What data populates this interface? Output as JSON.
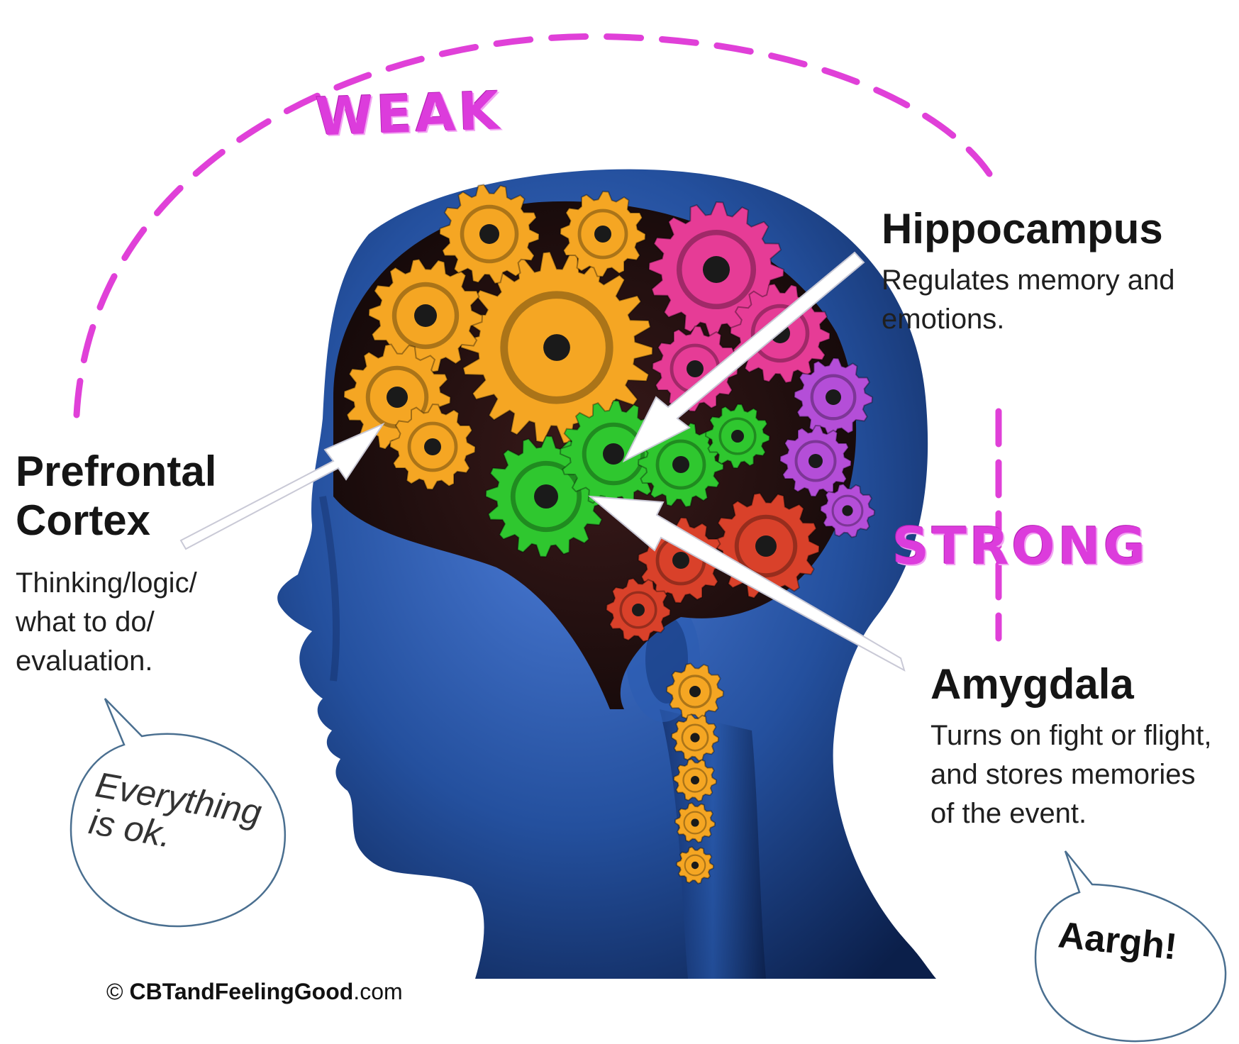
{
  "colors": {
    "accent_pink": "#dc3cdc",
    "head_blue": "#1f4a9c",
    "gear_orange": "#f5a623",
    "gear_green": "#2fc72f",
    "gear_magenta": "#e63c96",
    "gear_purple": "#b44ed8",
    "gear_red": "#d9412a",
    "arrow_fill": "#ffffff"
  },
  "connections": {
    "top_label": "WEAK",
    "side_label": "STRONG"
  },
  "regions": {
    "prefrontal": {
      "title": "Prefrontal Cortex",
      "description": "Thinking/logic/ what to do/ evaluation."
    },
    "hippocampus": {
      "title": "Hippocampus",
      "description": "Regulates memory and emotions."
    },
    "amygdala": {
      "title": "Amygdala",
      "description": "Turns on fight or flight, and stores memories of the event."
    }
  },
  "speech": {
    "calm": "Everything is ok.",
    "alarm": "Aargh!"
  },
  "footer": {
    "symbol": "©",
    "brand": "CBTandFeelingGood",
    "suffix": ".com"
  },
  "icons": {
    "brain": "gears-brain-icon",
    "head": "human-head-silhouette",
    "bubble": "speech-bubble-icon",
    "arrow": "pointer-arrow-icon"
  }
}
